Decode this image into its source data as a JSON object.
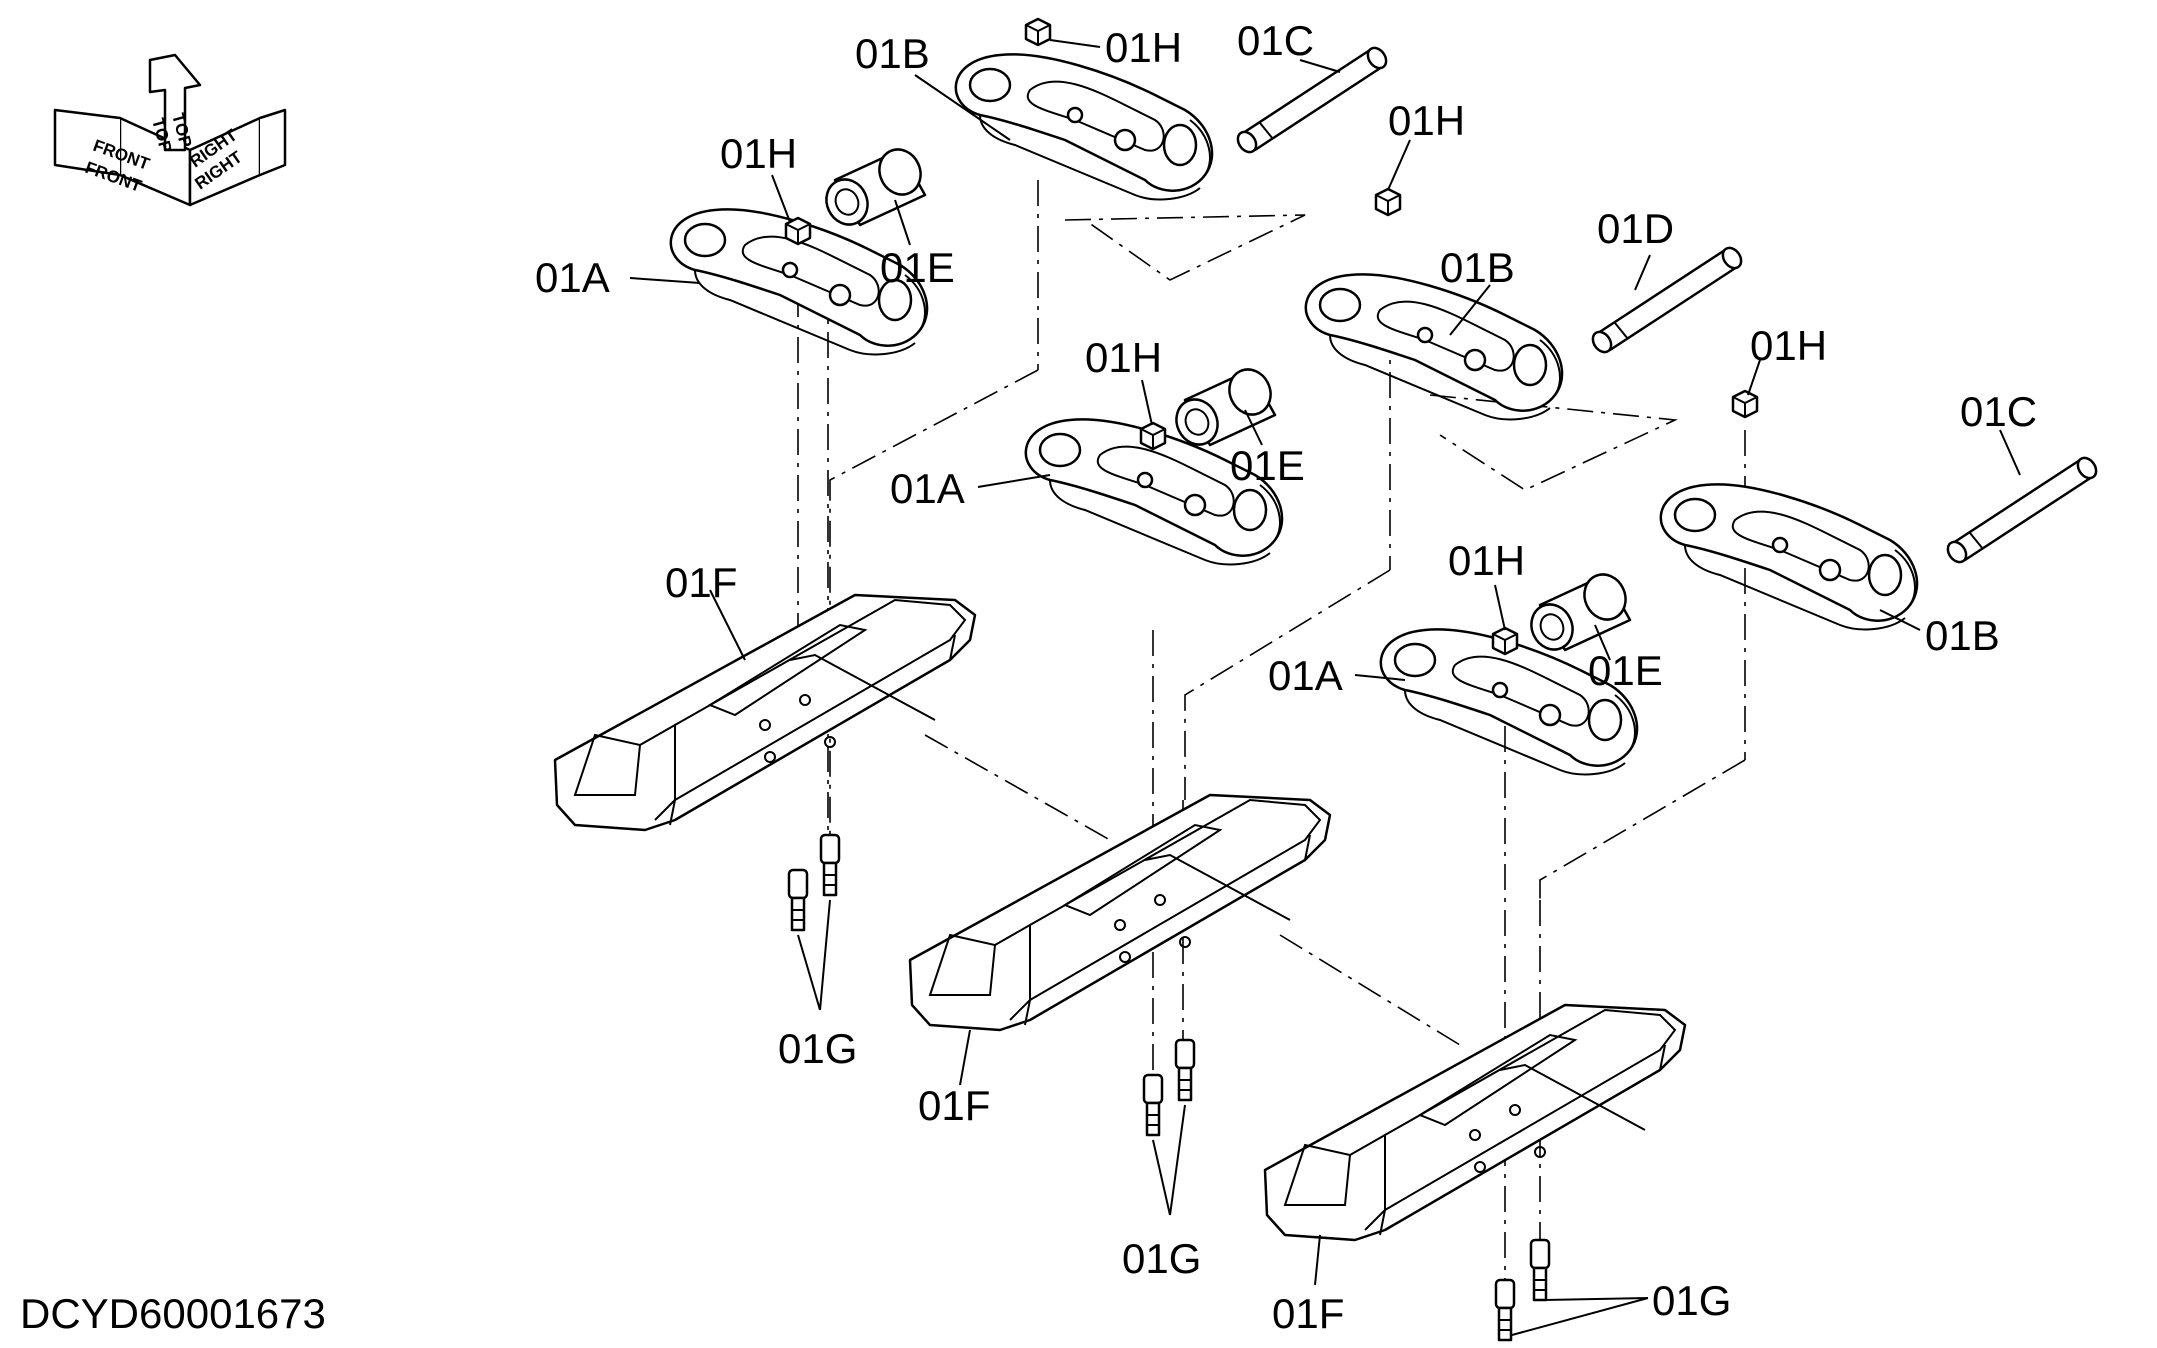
{
  "document": {
    "code": "DCYD60001673"
  },
  "orientation_indicator": {
    "labels": [
      "FRONT",
      "FRONT",
      "TOP",
      "TOP",
      "RIGHT",
      "RIGHT"
    ],
    "icon": "3d-axis-arrows-icon"
  },
  "callouts": [
    {
      "id": "c1",
      "label": "01B"
    },
    {
      "id": "c2",
      "label": "01H"
    },
    {
      "id": "c3",
      "label": "01C"
    },
    {
      "id": "c4",
      "label": "01H"
    },
    {
      "id": "c5",
      "label": "01H"
    },
    {
      "id": "c6",
      "label": "01A"
    },
    {
      "id": "c7",
      "label": "01E"
    },
    {
      "id": "c8",
      "label": "01B"
    },
    {
      "id": "c9",
      "label": "01D"
    },
    {
      "id": "c10",
      "label": "01H"
    },
    {
      "id": "c11",
      "label": "01H"
    },
    {
      "id": "c12",
      "label": "01A"
    },
    {
      "id": "c13",
      "label": "01E"
    },
    {
      "id": "c14",
      "label": "01C"
    },
    {
      "id": "c15",
      "label": "01F"
    },
    {
      "id": "c16",
      "label": "01H"
    },
    {
      "id": "c17",
      "label": "01A"
    },
    {
      "id": "c18",
      "label": "01E"
    },
    {
      "id": "c19",
      "label": "01B"
    },
    {
      "id": "c20",
      "label": "01G"
    },
    {
      "id": "c21",
      "label": "01F"
    },
    {
      "id": "c22",
      "label": "01G"
    },
    {
      "id": "c23",
      "label": "01F"
    },
    {
      "id": "c24",
      "label": "01G"
    }
  ]
}
